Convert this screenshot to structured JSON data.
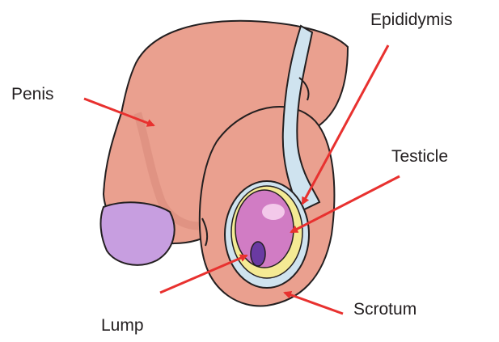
{
  "diagram": {
    "labels": {
      "epididymis": "Epididymis",
      "penis": "Penis",
      "testicle": "Testicle",
      "scrotum": "Scrotum",
      "lump": "Lump"
    },
    "colors": {
      "skin": "#eaa08f",
      "skin_shadow": "#d88b7b",
      "glans": "#c79ee0",
      "sac_fluid": "#cfe3ef",
      "epididymis_yellow": "#f4ea94",
      "testicle": "#d17cc4",
      "lump": "#6a3aa2",
      "arrow": "#e8312f",
      "outline": "#231f20"
    }
  }
}
